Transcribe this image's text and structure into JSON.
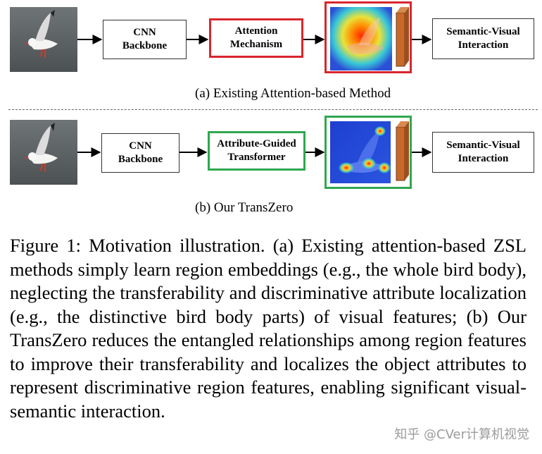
{
  "row_a": {
    "backbone": "CNN\nBackbone",
    "module": "Attention\nMechanism",
    "output": "Semantic-Visual\nInteraction",
    "caption": "(a) Existing Attention-based Method"
  },
  "row_b": {
    "backbone": "CNN\nBackbone",
    "module": "Attribute-Guided\nTransformer",
    "output": "Semantic-Visual\nInteraction",
    "caption": "(b)  Our TransZero"
  },
  "figure_caption": "Figure 1: Motivation illustration. (a) Existing attention-based ZSL methods simply learn region embeddings (e.g., the whole bird body), neglecting the transferability and discriminative attribute localization (e.g., the distinctive bird body parts) of visual features; (b) Our TransZero reduces the entangled relationships among region features to improve their transferability and localizes the object attributes to represent discriminative region features, enabling significant visual-semantic interaction.",
  "watermark": "知乎 @CVer计算机视觉",
  "colors": {
    "existing": "#d8262d",
    "ours": "#2fa84f",
    "feature_bar": "#c8692a"
  }
}
